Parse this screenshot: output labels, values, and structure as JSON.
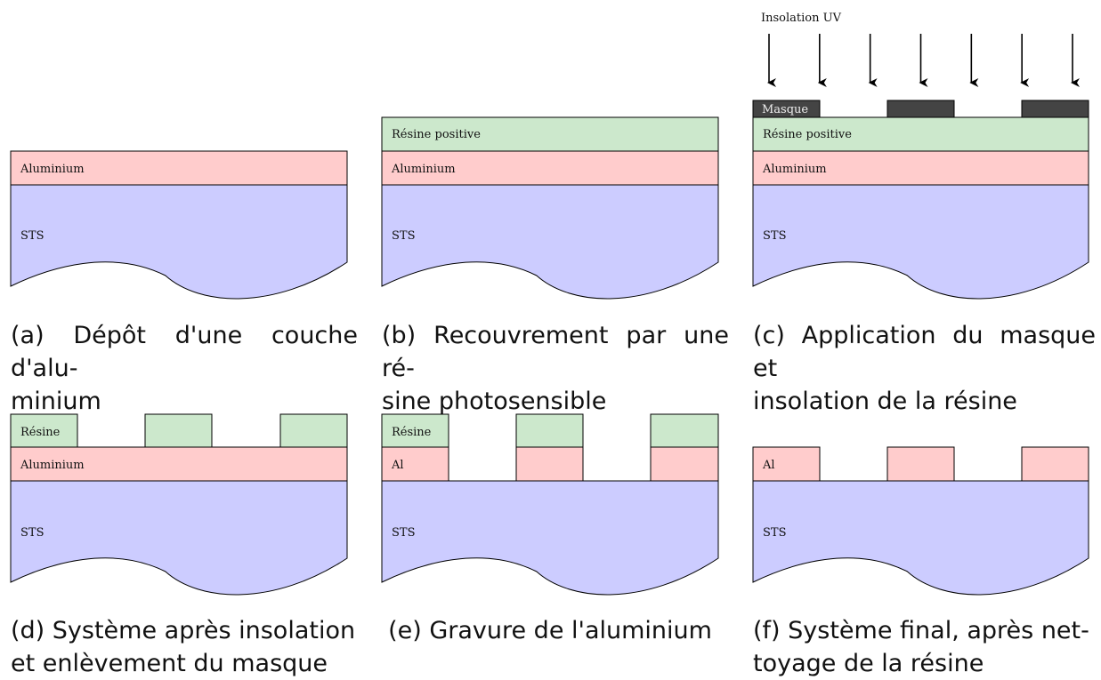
{
  "colors": {
    "substrate": "#ccccff",
    "aluminium": "#ffcccc",
    "resin": "#cce8cc",
    "mask": "#444444",
    "stroke": "#000000"
  },
  "panels": {
    "a": {
      "caption": "(a) Dépôt d'une couche d'aluminium",
      "caption_lines": [
        "(a) Dépôt d'une couche d'alu-",
        "minium"
      ],
      "substrate_label": "STS",
      "aluminium_label": "Aluminium"
    },
    "b": {
      "caption": "(b) Recouvrement par une résine photosensible",
      "caption_lines": [
        "(b) Recouvrement par une ré-",
        "sine photosensible"
      ],
      "substrate_label": "STS",
      "aluminium_label": "Aluminium",
      "resin_label": "Résine positive"
    },
    "c": {
      "caption": "(c) Application du masque et insolation de la résine",
      "caption_lines": [
        "(c) Application du masque et",
        "insolation de la résine"
      ],
      "substrate_label": "STS",
      "aluminium_label": "Aluminium",
      "resin_label": "Résine positive",
      "mask_label": "Masque",
      "uv_label": "Insolation UV",
      "uv_arrow_count": 7
    },
    "d": {
      "caption": "(d) Système après insolation et enlèvement du masque",
      "caption_lines": [
        "(d) Système après insolation",
        "et enlèvement du masque"
      ],
      "substrate_label": "STS",
      "aluminium_label": "Aluminium",
      "resin_label": "Résine"
    },
    "e": {
      "caption": "(e) Gravure de l'aluminium",
      "caption_lines": [
        "(e) Gravure de l'aluminium"
      ],
      "substrate_label": "STS",
      "aluminium_label": "Al",
      "resin_label": "Résine"
    },
    "f": {
      "caption": "(f) Système final, après nettoyage de la résine",
      "caption_lines": [
        "(f) Système final, après net-",
        "toyage de la résine"
      ],
      "substrate_label": "STS",
      "aluminium_label": "Al"
    }
  }
}
